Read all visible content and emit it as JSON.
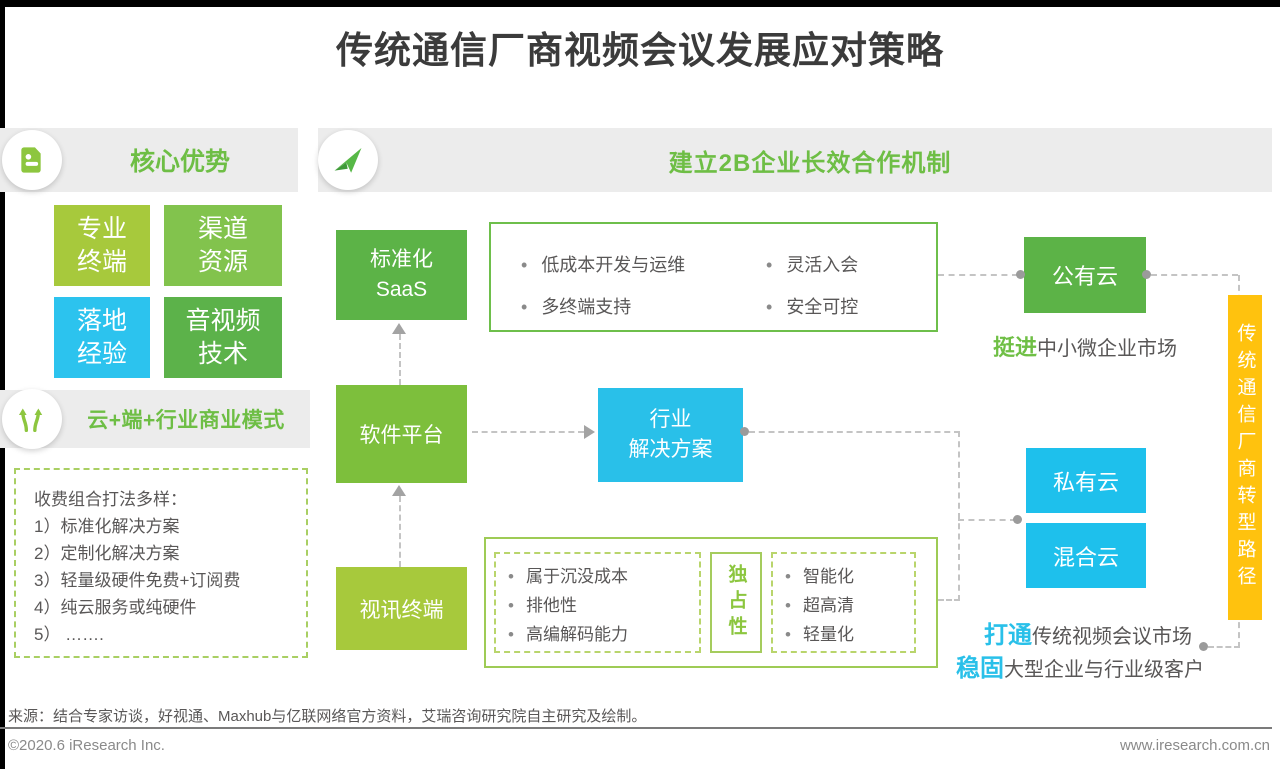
{
  "title": "传统通信厂商视频会议发展应对策略",
  "colors": {
    "green": "#5cb347",
    "mid_green": "#7dbf3c",
    "yellow_green": "#a7c93c",
    "light_green": "#82c34d",
    "deep_green": "#5cb24a",
    "cyan": "#29c0e9",
    "yellow": "#ffc20e",
    "band_gray": "#ececec",
    "header_green_text": "#6ebe45",
    "body_gray_text": "#595757"
  },
  "left_panel": {
    "core_header": {
      "icon": "note-icon",
      "label": "核心优势"
    },
    "advantages": [
      {
        "label": "专业\n终端"
      },
      {
        "label": "渠道\n资源"
      },
      {
        "label": "落地\n经验"
      },
      {
        "label": "音视频\n技术"
      }
    ],
    "model_header": {
      "icon": "fork-arrows-icon",
      "label": "云+端+行业商业模式"
    },
    "pricing_box": {
      "lines": [
        "收费组合打法多样：",
        "1）标准化解决方案",
        "2）定制化解决方案",
        "3）轻量级硬件免费+订阅费",
        "4）纯云服务或纯硬件",
        "5） ……."
      ]
    }
  },
  "main_panel": {
    "header": {
      "icon": "paper-plane-icon",
      "label": "建立2B企业长效合作机制"
    },
    "flow": {
      "saas_box": "标准化\nSaaS",
      "saas_points_left": [
        "低成本开发与运维",
        "多终端支持"
      ],
      "saas_points_right": [
        "灵活入会",
        "安全可控"
      ],
      "software_box": "软件平台",
      "industry_box": "行业\n解决方案",
      "terminal_box": "视讯终端",
      "terminal_points_left": [
        "属于沉没成本",
        "排他性",
        "高编解码能力"
      ],
      "exclusive_label": "独占性",
      "terminal_points_right": [
        "智能化",
        "超高清",
        "轻量化"
      ],
      "public_cloud": "公有云",
      "private_cloud": "私有云",
      "hybrid_cloud": "混合云"
    },
    "statements": [
      {
        "lead": "挺进",
        "rest": "中小微企业市场"
      },
      {
        "lead": "打通",
        "rest": "传统视频会议市场"
      },
      {
        "lead": "稳固",
        "rest": "大型企业与行业级客户"
      }
    ],
    "transform_bar": "传统通信厂商转型路径"
  },
  "footer": {
    "source": "来源：结合专家访谈，好视通、Maxhub与亿联网络官方资料，艾瑞咨询研究院自主研究及绘制。",
    "copyright": "©2020.6 iResearch Inc.",
    "website": "www.iresearch.com.cn"
  }
}
